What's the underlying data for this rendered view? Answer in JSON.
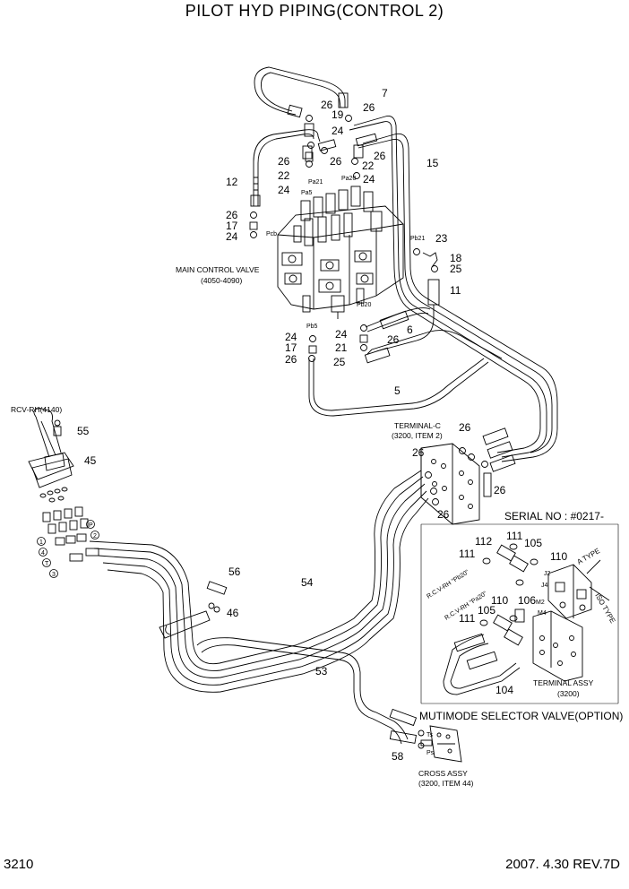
{
  "title": "PILOT HYD PIPING(CONTROL 2)",
  "page_number": "3210",
  "revision": "2007. 4.30  REV.7D",
  "captions": {
    "main_control_valve": "MAIN CONTROL VALVE",
    "main_control_valve_range": "(4050-4090)",
    "terminal_c": "TERMINAL-C",
    "terminal_c_ref": "(3200, ITEM 2)",
    "rcv": "RCV-RH(4140)",
    "serial_no": "SERIAL NO : #0217-",
    "terminal_assy": "TERMINAL ASSY",
    "terminal_assy_ref": "(3200)",
    "mutimode": "MUTIMODE SELECTOR VALVE(OPTION)",
    "cross_assy": "CROSS ASSY",
    "cross_assy_ref": "(3200, ITEM 44)",
    "a_type": "A TYPE",
    "iso_type": "ISO TYPE",
    "rcv_pb20": "R.C.V-RH \"Pb20\"",
    "rcv_pa20": "R.C.V-RH \"Pa20\""
  },
  "port_labels": {
    "pa21": "Pa21",
    "pa5": "Pa5",
    "pa20": "Pa20",
    "pcb": "Pcb",
    "pb21": "Pb21",
    "pb20": "Pb20",
    "pb5": "Pb5",
    "j2": "J2",
    "j4": "J4",
    "m2": "M2",
    "m4": "M4",
    "p": "P",
    "t": "T",
    "ts": "Ts",
    "ps": "Ps",
    "c1": "1",
    "c2": "2",
    "c3": "3",
    "c4": "4",
    "cp": "P",
    "ct": "T"
  },
  "callouts": {
    "n7": "7",
    "n26a": "26",
    "n26b": "26",
    "n19": "19",
    "n24a": "24",
    "n26c": "26",
    "n22a": "22",
    "n24b": "24",
    "n26d": "26",
    "n22b": "22",
    "n24c": "24",
    "n26e": "26",
    "n15": "15",
    "n12": "12",
    "n26f": "26",
    "n17a": "17",
    "n24d": "24",
    "n23": "23",
    "n18": "18",
    "n25a": "25",
    "n11": "11",
    "n24e": "24",
    "n17b": "17",
    "n26g": "26",
    "n24f": "24",
    "n21": "21",
    "n25b": "25",
    "n26h": "26",
    "n6": "6",
    "n5": "5",
    "n55": "55",
    "n45": "45",
    "n26i": "26",
    "n26j": "26",
    "n26k": "26",
    "n26l": "26",
    "n112": "112",
    "n111a": "111",
    "n111b": "111",
    "n105a": "105",
    "n110a": "110",
    "n106": "106",
    "n110b": "110",
    "n111c": "111",
    "n105b": "105",
    "n104": "104",
    "n56": "56",
    "n54": "54",
    "n46": "46",
    "n53": "53",
    "n58": "58"
  }
}
